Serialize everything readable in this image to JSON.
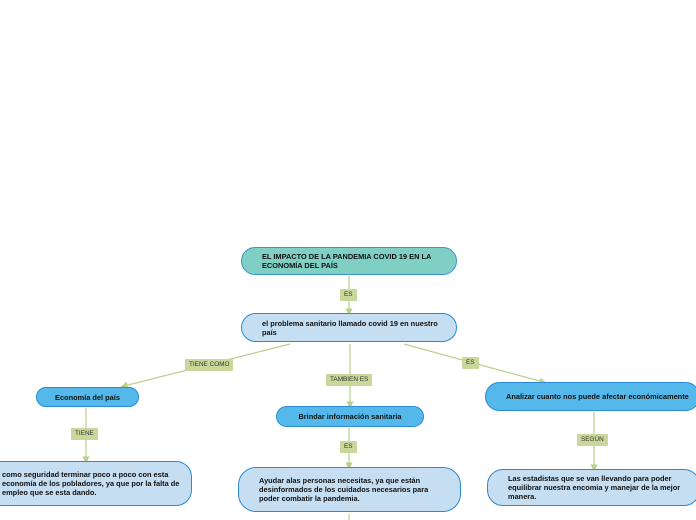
{
  "colors": {
    "root_fill": "#7fcfc5",
    "light_fill": "#c5def1",
    "blue_fill": "#54b9ea",
    "node_border": "#2b8ad2",
    "connector": "#b9d08a",
    "label_fill": "#c9d89a"
  },
  "nodes": {
    "root": "EL IMPACTO DE LA PANDEMIA COVID 19 EN LA ECONOMÍA DEL PAÍS",
    "problem": "el problema sanitario llamado covid 19 en nuestro país",
    "economy": "Economía del país",
    "info": "Brindar información sanitaria",
    "analyze": "Analizar cuanto nos puede afectar económicamente",
    "security": "como  seguridad terminar poco a poco con esta economía de los pobladores, ya que por la falta de empleo que se esta dando.",
    "help": "Ayudar alas personas necesitas, ya que están desinformados de los cuidados necesarios para poder combatir la pandemia.",
    "stats": "Las estadistas que se van llevando para poder equilibrar nuestra encomia y manejar de la mejor manera."
  },
  "labels": {
    "es_root": "ES",
    "tiene_como": "TIENE COMO",
    "tambien_es": "TAMBIEN ES",
    "es_right": "ES",
    "tiene": "TIENE",
    "es_info": "ES",
    "segun": "SEGÚN"
  }
}
